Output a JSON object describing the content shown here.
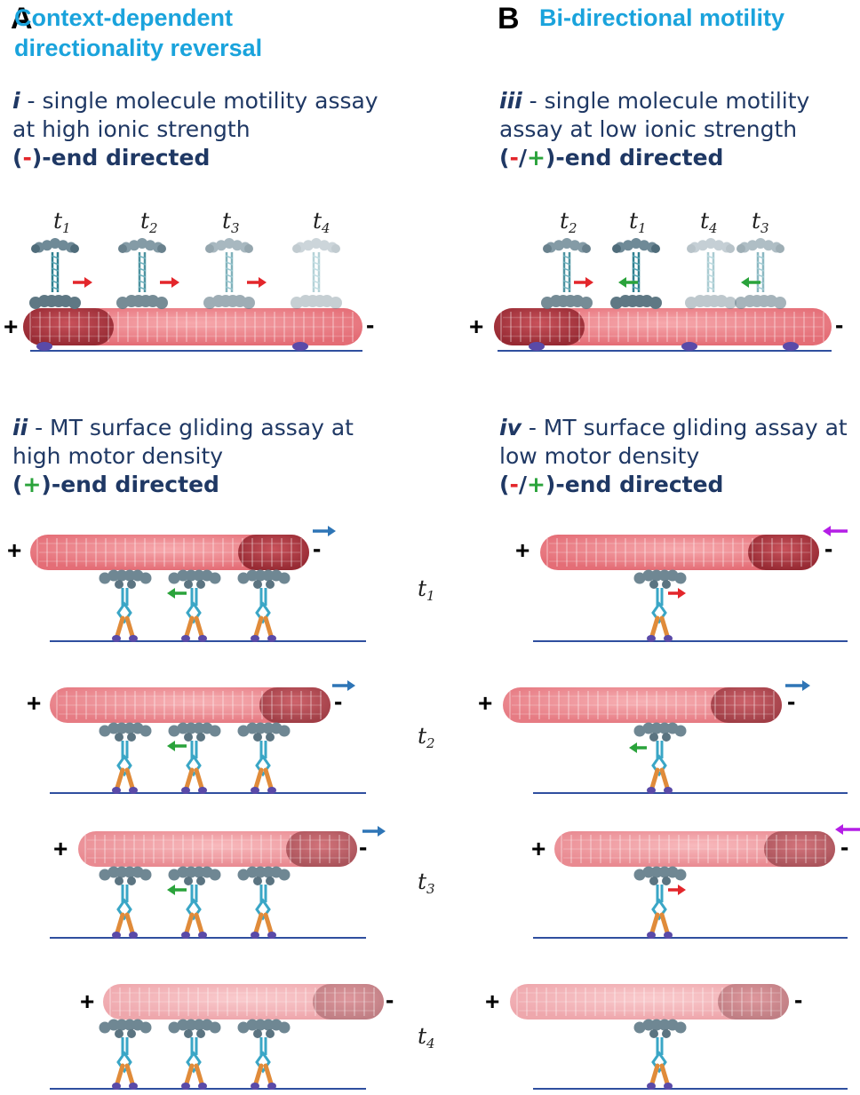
{
  "panel_a": {
    "letter": "A",
    "title_line1": "Context-dependent",
    "title_line2": "directionality reversal",
    "section_i": {
      "numeral": "i",
      "line1_rest": " - single molecule motility assay",
      "line2": "at high ionic strength",
      "dir_open": "(",
      "dir_sign": "-",
      "dir_close": ")-end directed",
      "time_labels": [
        "1",
        "2",
        "3",
        "4"
      ],
      "plus": "+",
      "minus": "-"
    },
    "section_ii": {
      "numeral": "ii",
      "line1_rest": " - MT surface gliding assay at",
      "line2": "high motor density",
      "dir_open": "(",
      "dir_sign": "+",
      "dir_close": ")-end directed"
    }
  },
  "panel_b": {
    "letter": "B",
    "title_line1": "Bi-directional motility",
    "section_iii": {
      "numeral": "iii",
      "line1_rest": " - single molecule motility",
      "line2": "assay at low ionic strength",
      "dir_open": "(",
      "dir_neg": "-",
      "dir_slash": "/",
      "dir_pos": "+",
      "dir_close": ")-end directed",
      "time_labels": [
        "2",
        "1",
        "4",
        "3"
      ],
      "plus": "+",
      "minus": "-"
    },
    "section_iv": {
      "numeral": "iv",
      "line1_rest": " - MT surface gliding assay at",
      "line2": "low motor density",
      "dir_open": "(",
      "dir_neg": "-",
      "dir_slash": "/",
      "dir_pos": "+",
      "dir_close": ")-end directed"
    }
  },
  "time_symbol": "t",
  "gliding_time_labels": [
    "1",
    "2",
    "3",
    "4"
  ],
  "gliding_plus": "+",
  "gliding_minus": "-",
  "colors": {
    "title_blue": "#1aa3dc",
    "text_navy": "#1f3864",
    "minus_end_red": "#e3262b",
    "plus_end_green": "#2aa33b",
    "microtubule_pink": "#f08a90",
    "microtubule_dark": "#b83a44",
    "glide_arrow_blue": "#2e75b6",
    "reverse_arrow_magenta": "#b41ee6",
    "surface_line": "#2f4f9f"
  }
}
